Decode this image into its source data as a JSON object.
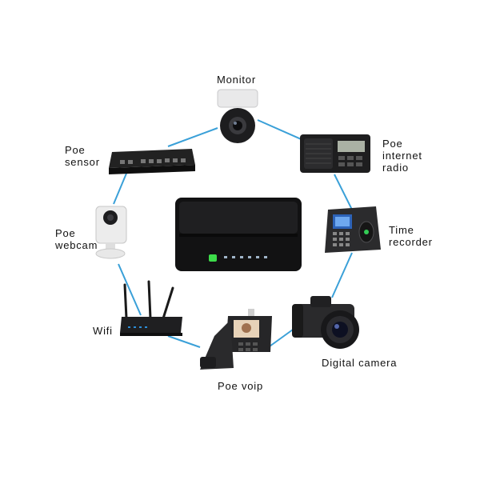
{
  "devices": [
    {
      "id": "monitor",
      "label": "Monitor",
      "icon": "ptz-camera-icon"
    },
    {
      "id": "poe-internet-radio",
      "label": "Poe\ninternet\nradio",
      "icon": "radio-icon"
    },
    {
      "id": "time-recorder",
      "label": "Time\nrecorder",
      "icon": "fingerprint-clock-icon"
    },
    {
      "id": "digital-camera",
      "label": "Digital camera",
      "icon": "dslr-camera-icon"
    },
    {
      "id": "poe-voip",
      "label": "Poe voip",
      "icon": "voip-phone-icon"
    },
    {
      "id": "wifi",
      "label": "Wifi",
      "icon": "wifi-router-icon"
    },
    {
      "id": "poe-webcam",
      "label": "Poe\nwebcam",
      "icon": "webcam-icon"
    },
    {
      "id": "poe-sensor",
      "label": "Poe\nsensor",
      "icon": "network-switch-icon"
    }
  ],
  "hub": {
    "icon": "poe-switch-icon"
  },
  "colors": {
    "link": "#3aa0d8",
    "device": "#1c1c1c",
    "led": "#3ddc4a"
  }
}
